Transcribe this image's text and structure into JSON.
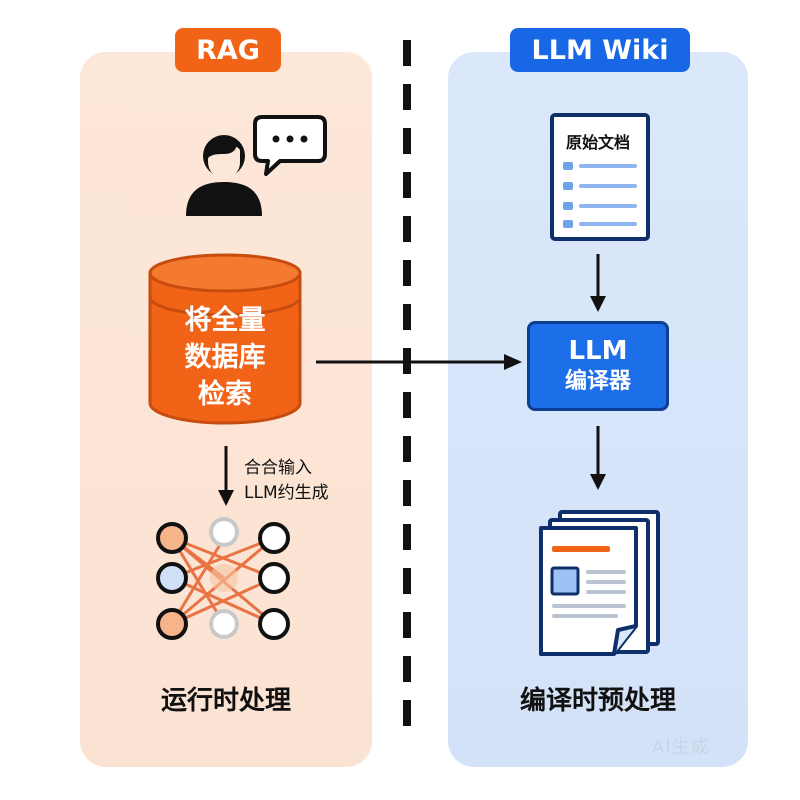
{
  "left": {
    "tag": "RAG",
    "database_label": [
      "将全量",
      "数据库",
      "检索"
    ],
    "arrow_note": [
      "合合输入",
      "LLM约生成"
    ],
    "bottom_label": "运行时处理"
  },
  "right": {
    "tag": "LLM Wiki",
    "document_title": "原始文档",
    "llm_box": [
      "LLM",
      "编译器"
    ],
    "bottom_label": "编译时预处理"
  },
  "watermark": "AI生成",
  "colors": {
    "rag_orange": "#f16418",
    "wiki_blue": "#1767e6",
    "left_panel": "#fde7d8",
    "right_panel": "#dbe8fb"
  },
  "icons": [
    "user-icon",
    "speech-bubble-icon",
    "database-icon",
    "document-icon",
    "neural-network-icon",
    "document-stack-icon"
  ]
}
